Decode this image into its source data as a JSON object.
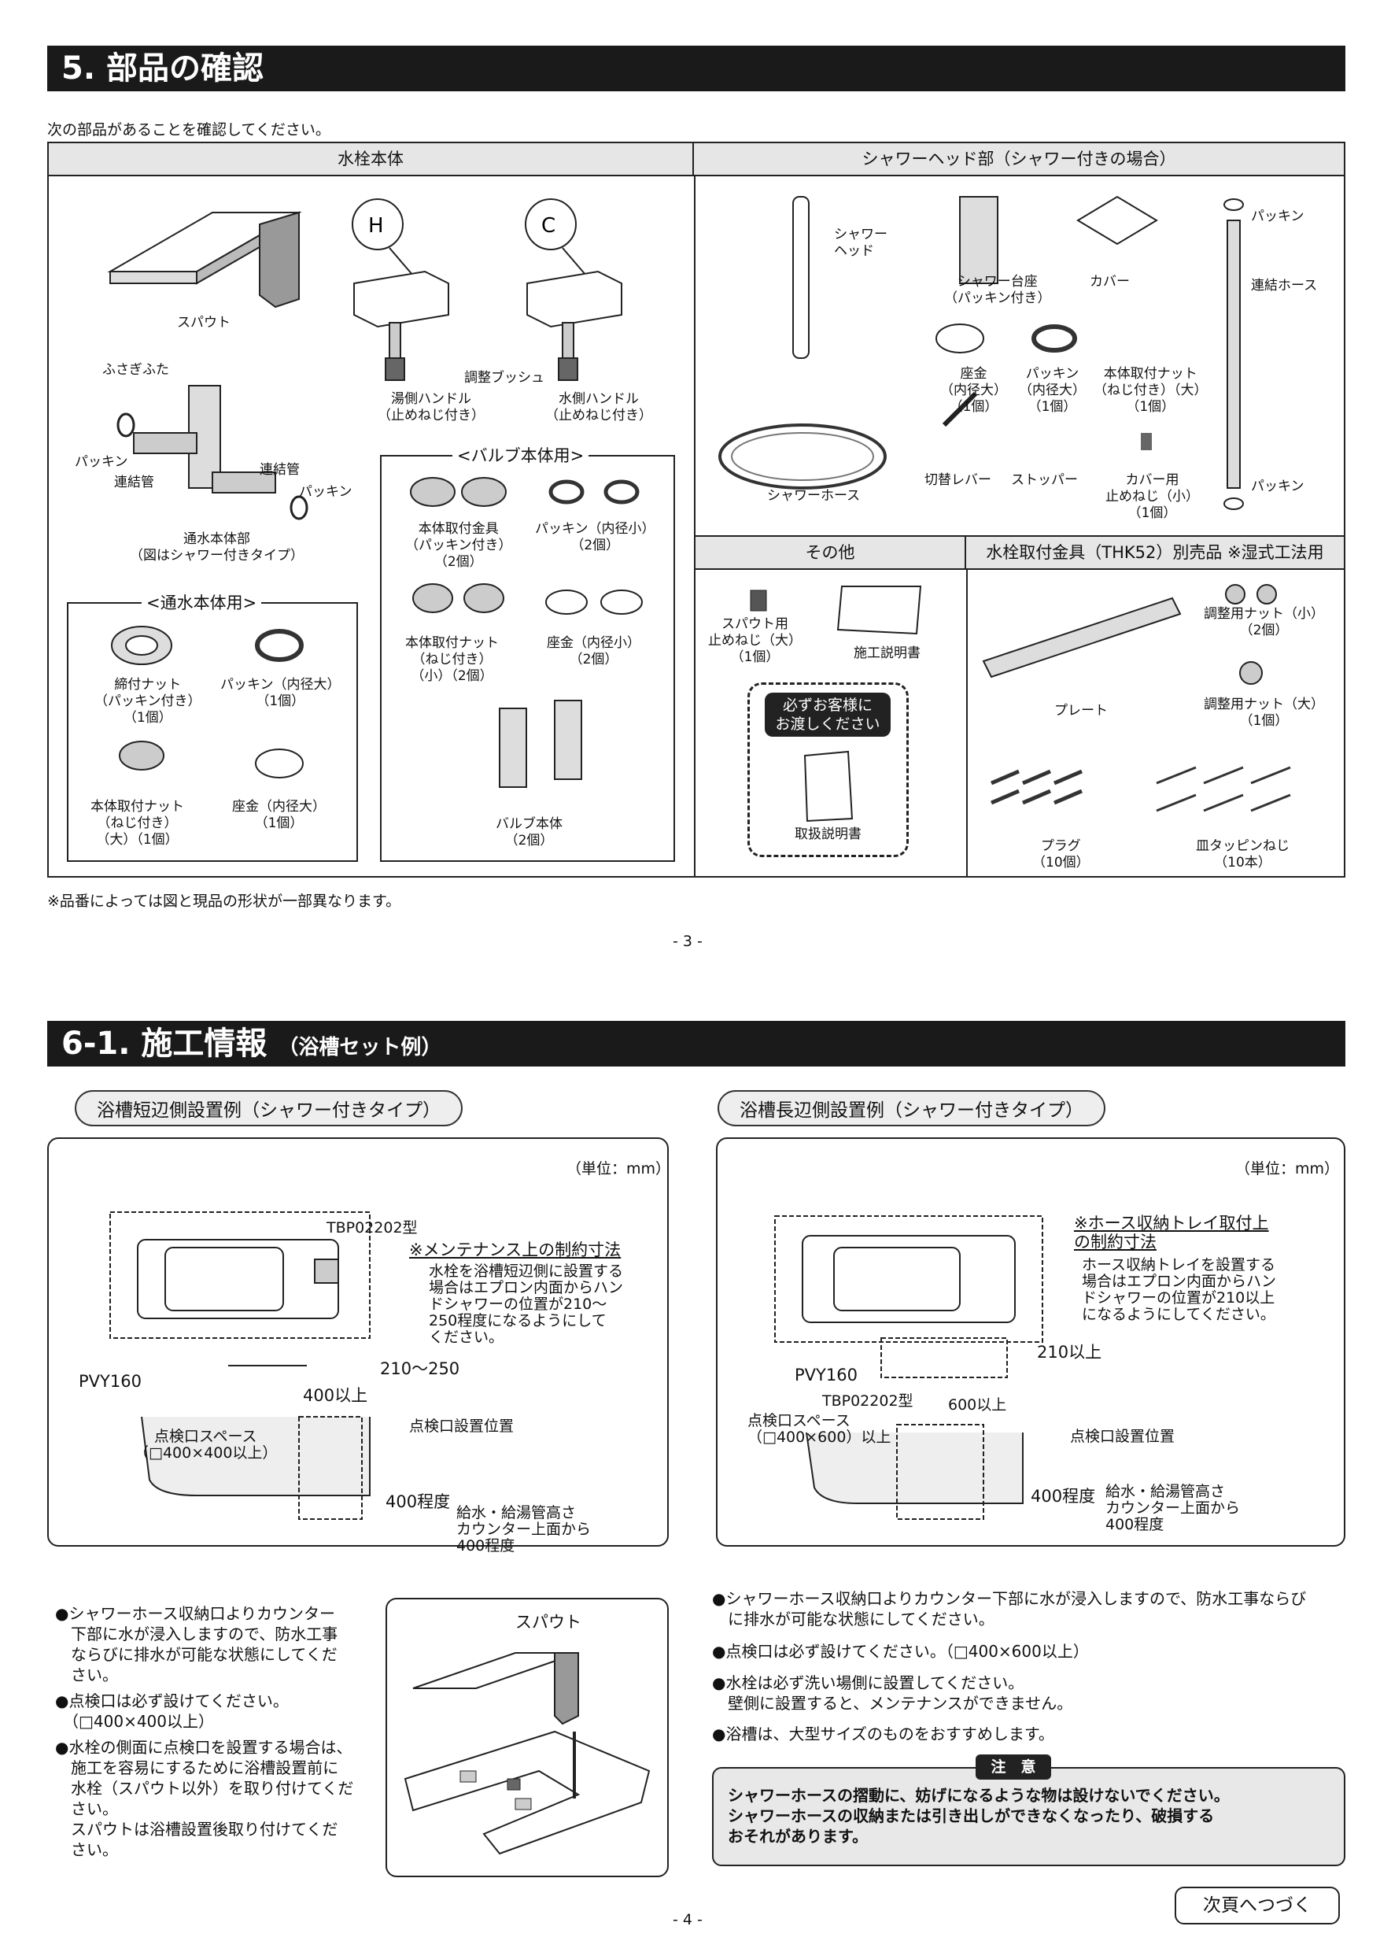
{
  "section5": {
    "title": "5. 部品の確認",
    "intro": "次の部品があることを確認してください。",
    "col_main": "水栓本体",
    "col_shower": "シャワーヘッド部（シャワー付きの場合）",
    "col_other": "その他",
    "col_mount": "水栓取付金具（THK52）別売品 ※湿式工法用",
    "spout": "スパウト",
    "hot_handle": "湯側ハンドル\n（止めねじ付き）",
    "cold_handle": "水側ハンドル\n（止めねじ付き）",
    "adjust_bush": "調整ブッシュ",
    "cap": "ふさぎふた",
    "packing_a": "パッキン",
    "connect_a": "連結管",
    "connect_b": "連結管",
    "packing_b": "パッキン",
    "body_unit": "通水本体部\n（図はシャワー付きタイプ）",
    "sub_flow": "<通水本体用>",
    "tighten_nut": "締付ナット\n（パッキン付き）\n（1個）",
    "packing_large": "パッキン（内径大）\n（1個）",
    "mount_nut_large": "本体取付ナット\n（ねじ付き）\n（大）（1個）",
    "washer_large": "座金（内径大）\n（1個）",
    "sub_valve": "<バルブ本体用>",
    "body_fitting": "本体取付金具\n（パッキン付き）\n（2個）",
    "packing_small": "パッキン（内径小）\n（2個）",
    "mount_nut_small": "本体取付ナット\n（ねじ付き）\n（小）（2個）",
    "washer_small": "座金（内径小）\n（2個）",
    "valve_body": "バルブ本体\n（2個）",
    "shower_head": "シャワー\nヘッド",
    "shower_base": "シャワー台座\n（パッキン付き）",
    "cover": "カバー",
    "packing_top": "パッキン",
    "hose_connect": "連結ホース",
    "washer_sh": "座金\n（内径大）\n（1個）",
    "packing_sh": "パッキン\n（内径大）\n（1個）",
    "nut_sh": "本体取付ナット\n（ねじ付き）（大）\n（1個）",
    "shower_hose": "シャワーホース",
    "switch_lever": "切替レバー",
    "stopper": "ストッパー",
    "cover_screw": "カバー用\n止めねじ（小）\n（1個）",
    "packing_bottom": "パッキン",
    "spout_screw": "スパウト用\n止めねじ（大）\n（1個）",
    "install_manual": "施工説明書",
    "hand_to_customer": "必ずお客様に\nお渡しください",
    "user_manual": "取扱説明書",
    "adj_nut_small": "調整用ナット（小）\n（2個）",
    "plate": "プレート",
    "adj_nut_large": "調整用ナット（大）\n（1個）",
    "plug": "プラグ\n（10個）",
    "screw": "皿タッピンねじ\n（10本）",
    "note": "※品番によっては図と現品の形状が一部異なります。",
    "page": "- 3 -"
  },
  "section6": {
    "title": "6-1. 施工情報",
    "subtitle": "（浴槽セット例）",
    "left_pill": "浴槽短辺側設置例（シャワー付きタイプ）",
    "right_pill": "浴槽長辺側設置例（シャワー付きタイプ）",
    "unit": "（単位：mm）",
    "left": {
      "model": "TBP02202型",
      "maint_title": "※メンテナンス上の制約寸法",
      "maint_body": "水栓を浴槽短辺側に設置する\n場合はエプロン内面からハン\nドシャワーの位置が210～\n250程度になるようにして\nください。",
      "dim_range": "210～250",
      "tub": "PVY160",
      "dim_400": "400以上",
      "inspection_pos": "点検口設置位置",
      "inspection_space": "点検口スペース\n（□400×400以上）",
      "dim_height": "400程度",
      "supply_height": "給水・給湯管高さ\nカウンター上面から\n400程度"
    },
    "right": {
      "hose_title": "※ホース収納トレイ取付上\nの制約寸法",
      "hose_body": "ホース収納トレイを設置する\n場合はエプロン内面からハン\nドシャワーの位置が210以上\nになるようにしてください。",
      "dim_210": "210以上",
      "tub": "PVY160",
      "model": "TBP02202型",
      "dim_600": "600以上",
      "inspection_pos": "点検口設置位置",
      "inspection_space": "点検口スペース\n（□400×600）以上",
      "dim_height": "400程度",
      "supply_height": "給水・給湯管高さ\nカウンター上面から\n400程度"
    },
    "left_bullets": [
      "●シャワーホース収納口よりカウンター\n　下部に水が浸入しますので、防水工事\n　ならびに排水が可能な状態にしてくだ\n　さい。",
      "●点検口は必ず設けてください。\n　（□400×400以上）",
      "●水栓の側面に点検口を設置する場合は、\n　施工を容易にするために浴槽設置前に\n　水栓（スパウト以外）を取り付けてくだ\n　さい。\n　スパウトは浴槽設置後取り付けてくだ\n　さい。"
    ],
    "spout_label": "スパウト",
    "right_bullets": [
      "●シャワーホース収納口よりカウンター下部に水が浸入しますので、防水工事ならび\n　に排水が可能な状態にしてください。",
      "●点検口は必ず設けてください。（□400×600以上）",
      "●水栓は必ず洗い場側に設置してください。\n　壁側に設置すると、メンテナンスができません。",
      "●浴槽は、大型サイズのものをおすすめします。"
    ],
    "caution_tag": "注　意",
    "caution_text": "シャワーホースの摺動に、妨げになるような物は設けないでください。\nシャワーホースの収納または引き出しができなくなったり、破損する\nおそれがあります。",
    "next": "次頁へつづく",
    "page": "- 4 -"
  }
}
